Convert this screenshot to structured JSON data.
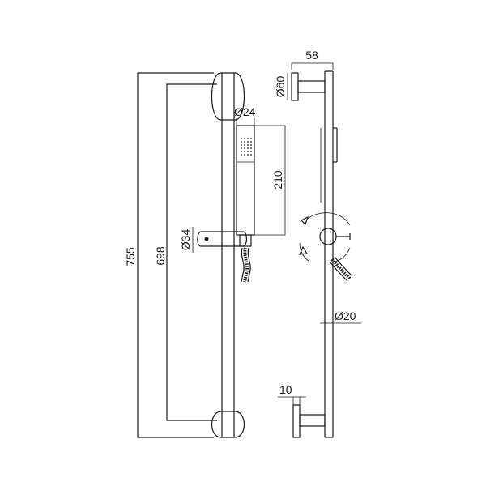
{
  "drawing": {
    "dimensions": {
      "overall_length": "755",
      "bar_length": "698",
      "handshower_length": "210",
      "handshower_diameter": "Ø24",
      "slider_diameter": "Ø34",
      "bracket_depth": "58",
      "bracket_diameter": "Ø60",
      "bar_diameter": "Ø20",
      "bracket_thickness": "10"
    }
  }
}
